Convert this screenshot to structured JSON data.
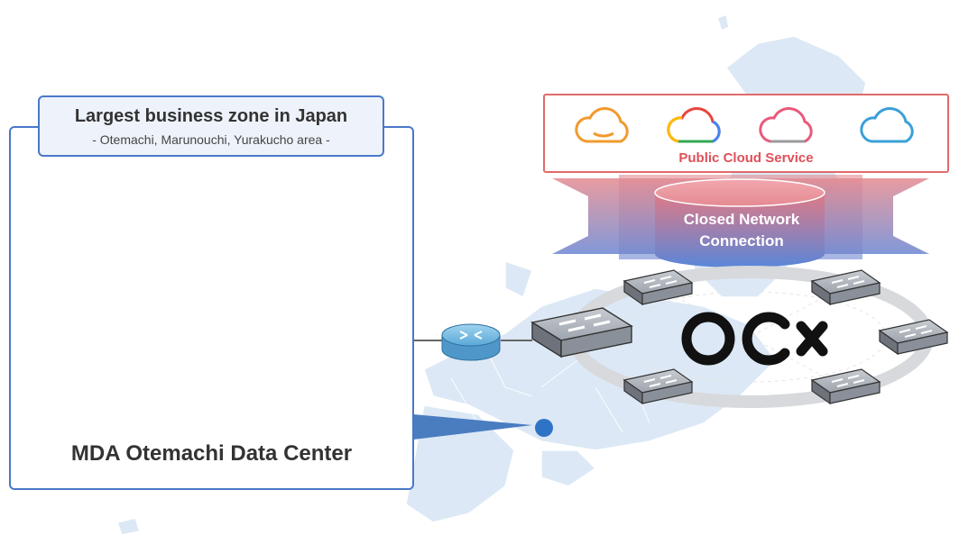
{
  "business_zone": {
    "title": "Largest business zone in Japan",
    "subtitle": "-  Otemachi, Marunouchi, Yurakucho area -"
  },
  "data_center": {
    "name": "MDA Otemachi Data Center"
  },
  "public_cloud": {
    "label": "Public Cloud Service",
    "clouds": [
      {
        "icon": "orange-cloud-icon",
        "color": "#f29a2e"
      },
      {
        "icon": "multicolor-cloud-icon",
        "color": "#e8453c"
      },
      {
        "icon": "pink-cloud-icon",
        "color": "#e85a7a"
      },
      {
        "icon": "blue-cloud-icon",
        "color": "#3aa0d8"
      }
    ]
  },
  "closed_network": {
    "line1": "Closed Network",
    "line2": "Connection"
  },
  "ocx": {
    "logo": "OCX"
  },
  "colors": {
    "panel_border": "#4a78c8",
    "cloud_border": "#e06a6a",
    "map_fill": "#dce8f5",
    "arrow_top": "#e07a80",
    "arrow_bottom": "#5b7fd0"
  }
}
